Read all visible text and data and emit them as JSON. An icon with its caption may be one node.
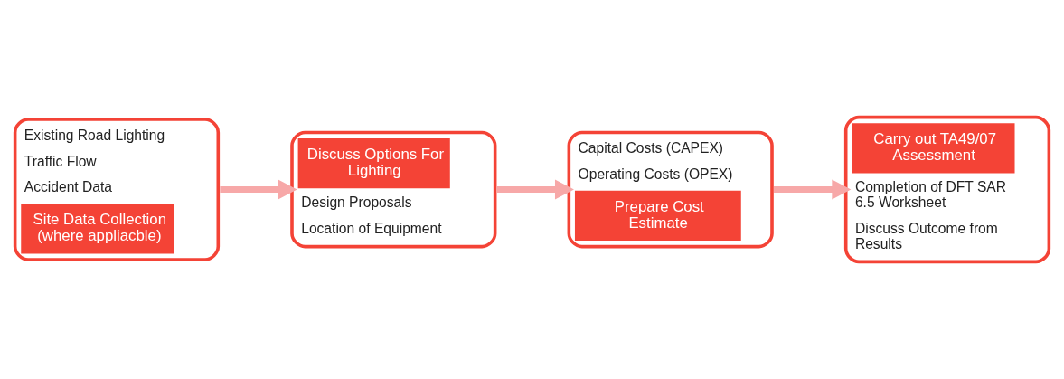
{
  "diagram": {
    "nodes": [
      {
        "text": [
          "Existing Road Lighting",
          "Traffic Flow",
          "Accident Data",
          "Site Data Collection (where appliacble)"
        ]
      },
      {
        "text": [
          "Discuss Options For Lighting",
          "Design Proposals",
          "Location of Equipment"
        ]
      },
      {
        "text": [
          "Capital Costs (CAPEX)",
          "Operating Costs (OPEX)",
          "Prepare Cost Estimate"
        ]
      },
      {
        "text": [
          "Carry out TA49/07 Assessment",
          "Completion of DFT SAR 6.5 Worksheet",
          "Discuss Outcome from Results"
        ]
      }
    ],
    "edges": [
      {
        "from": 0,
        "to": 1,
        "arrow": "to"
      },
      {
        "from": 1,
        "to": 2,
        "arrow": "to"
      },
      {
        "from": 2,
        "to": 3,
        "arrow": "to"
      }
    ]
  }
}
